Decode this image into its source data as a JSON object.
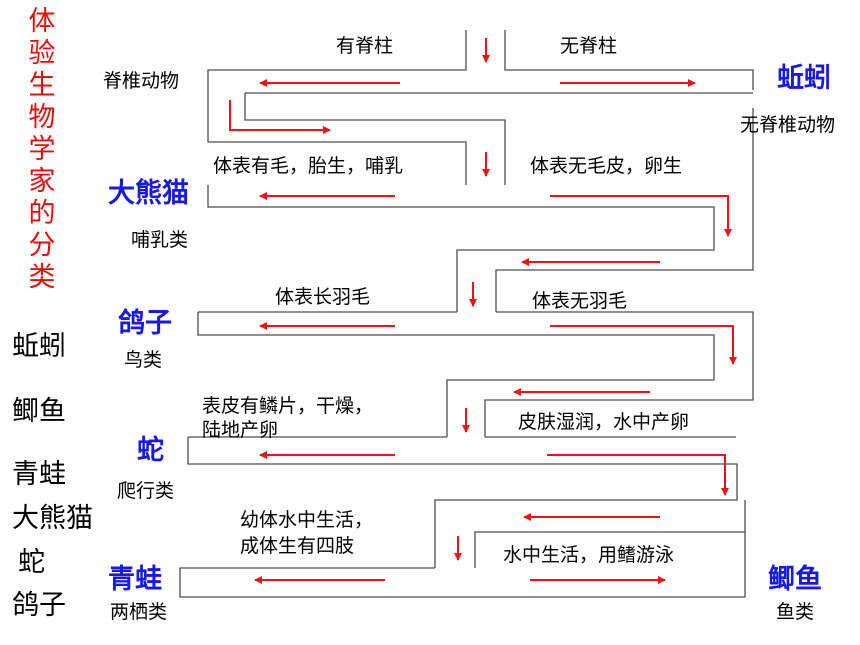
{
  "title": "体验生物学家的分类",
  "line_color": "#4d4d4d",
  "arrow_color": "#e8141a",
  "name_color": "#1a1adc",
  "title_color": "#e01010",
  "conditions": {
    "vertebrate": "有脊柱",
    "invertebrate": "无脊柱",
    "fur": "体表有毛，胎生，哺乳",
    "no_fur": "体表无毛皮，卵生",
    "feathers": "体表长羽毛",
    "no_feathers": "体表无羽毛",
    "scales_line1": "表皮有鳞片，干燥，",
    "scales_line2": "陆地产卵",
    "moist": "皮肤湿润，水中产卵",
    "amph_line1": "幼体水中生活，",
    "amph_line2": "成体生有四肢",
    "fish_cond": "水中生活，用鳍游泳"
  },
  "groups": {
    "vertebrates": "脊椎动物",
    "invertebrates": "无脊椎动物",
    "mammal": "哺乳类",
    "bird": "鸟类",
    "reptile": "爬行类",
    "amphibian": "两栖类",
    "fish": "鱼类"
  },
  "animals": {
    "earthworm": "蚯蚓",
    "panda": "大熊猫",
    "pigeon": "鸽子",
    "snake": "蛇",
    "frog": "青蛙",
    "crucian": "鲫鱼"
  },
  "animal_list": [
    "蚯蚓",
    "鲫鱼",
    "青蛙",
    "大熊猫",
    "蛇",
    "鸽子"
  ]
}
